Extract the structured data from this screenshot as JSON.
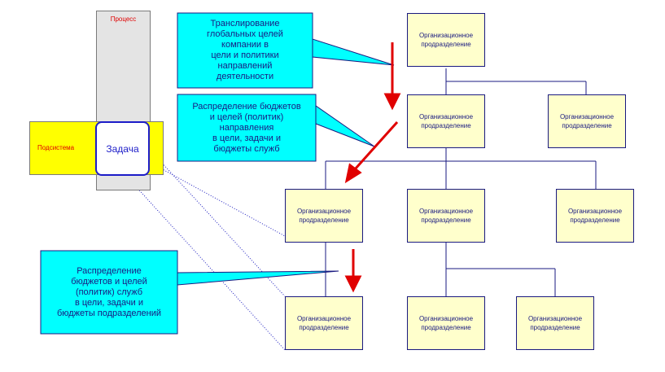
{
  "process_label": "Процесс",
  "subsystem_label": "Подсистема",
  "task_label": "Задача",
  "org_node_label": "Организационное\nпродразделение",
  "callouts": [
    "Транслирование\nглобальных целей\nкомпании в\nцели и политики\nнаправлений\nдеятельности",
    "Распределение бюджетов\nи целей (политик)\nнаправления\nв цели, задачи и\nбюджеты служб",
    "Распределение\nбюджетов и целей\n(политик) служб\nв цели, задачи и\nбюджеты подразделений"
  ],
  "colors": {
    "callout_fill": "#00ffff",
    "node_fill": "#ffffcc",
    "arrow": "#e00000",
    "subsystem_fill": "#ffff00",
    "process_fill": "#e4e4e4",
    "line": "#1a1a80"
  }
}
